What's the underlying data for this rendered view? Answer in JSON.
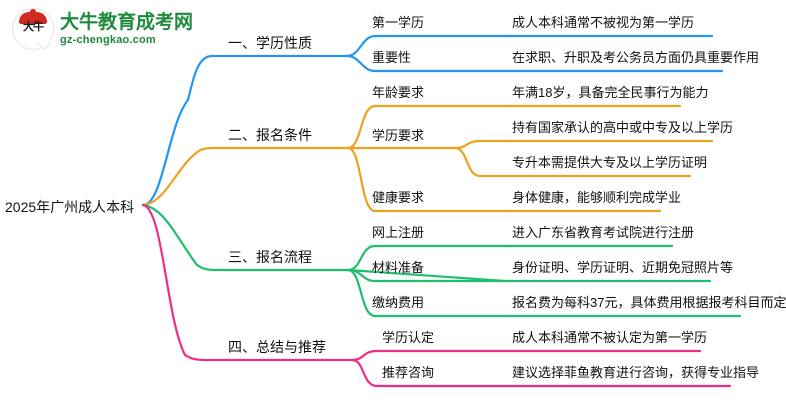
{
  "logo": {
    "badge_text": "大牛",
    "title": "大牛教育成考网",
    "domain": "gz-chengkao.com",
    "brand_color": "#1e8a3c",
    "badge_color": "#d12b20"
  },
  "mindmap": {
    "root": {
      "label": "2025年广州成人本科"
    },
    "branch_colors": {
      "branch1": "#2196f3",
      "branch2": "#eda21c",
      "branch3": "#1fbf6f",
      "branch4": "#ec2e86"
    },
    "branches": [
      {
        "label": "一、学历性质",
        "color": "#2196f3",
        "children": [
          {
            "label": "第一学历",
            "detail": "成人本科通常不被视为第一学历"
          },
          {
            "label": "重要性",
            "detail": "在求职、升职及考公务员方面仍具重要作用"
          }
        ]
      },
      {
        "label": "二、报名条件",
        "color": "#eda21c",
        "children": [
          {
            "label": "年龄要求",
            "detail": "年满18岁，具备完全民事行为能力"
          },
          {
            "label": "学历要求",
            "detail": "持有国家承认的高中或中专及以上学历",
            "detail2": "专升本需提供大专及以上学历证明"
          },
          {
            "label": "健康要求",
            "detail": "身体健康，能够顺利完成学业"
          }
        ]
      },
      {
        "label": "三、报名流程",
        "color": "#1fbf6f",
        "children": [
          {
            "label": "网上注册",
            "detail": "进入广东省教育考试院进行注册"
          },
          {
            "label": "材料准备",
            "detail": "身份证明、学历证明、近期免冠照片等"
          },
          {
            "label": "缴纳费用",
            "detail": "报名费为每科37元，具体费用根据报考科目而定"
          }
        ]
      },
      {
        "label": "四、总结与推荐",
        "color": "#ec2e86",
        "children": [
          {
            "label": "学历认定",
            "detail": "成人本科通常不被认定为第一学历"
          },
          {
            "label": "推荐咨询",
            "detail": "建议选择菲鱼教育进行咨询，获得专业指导"
          }
        ]
      }
    ]
  }
}
